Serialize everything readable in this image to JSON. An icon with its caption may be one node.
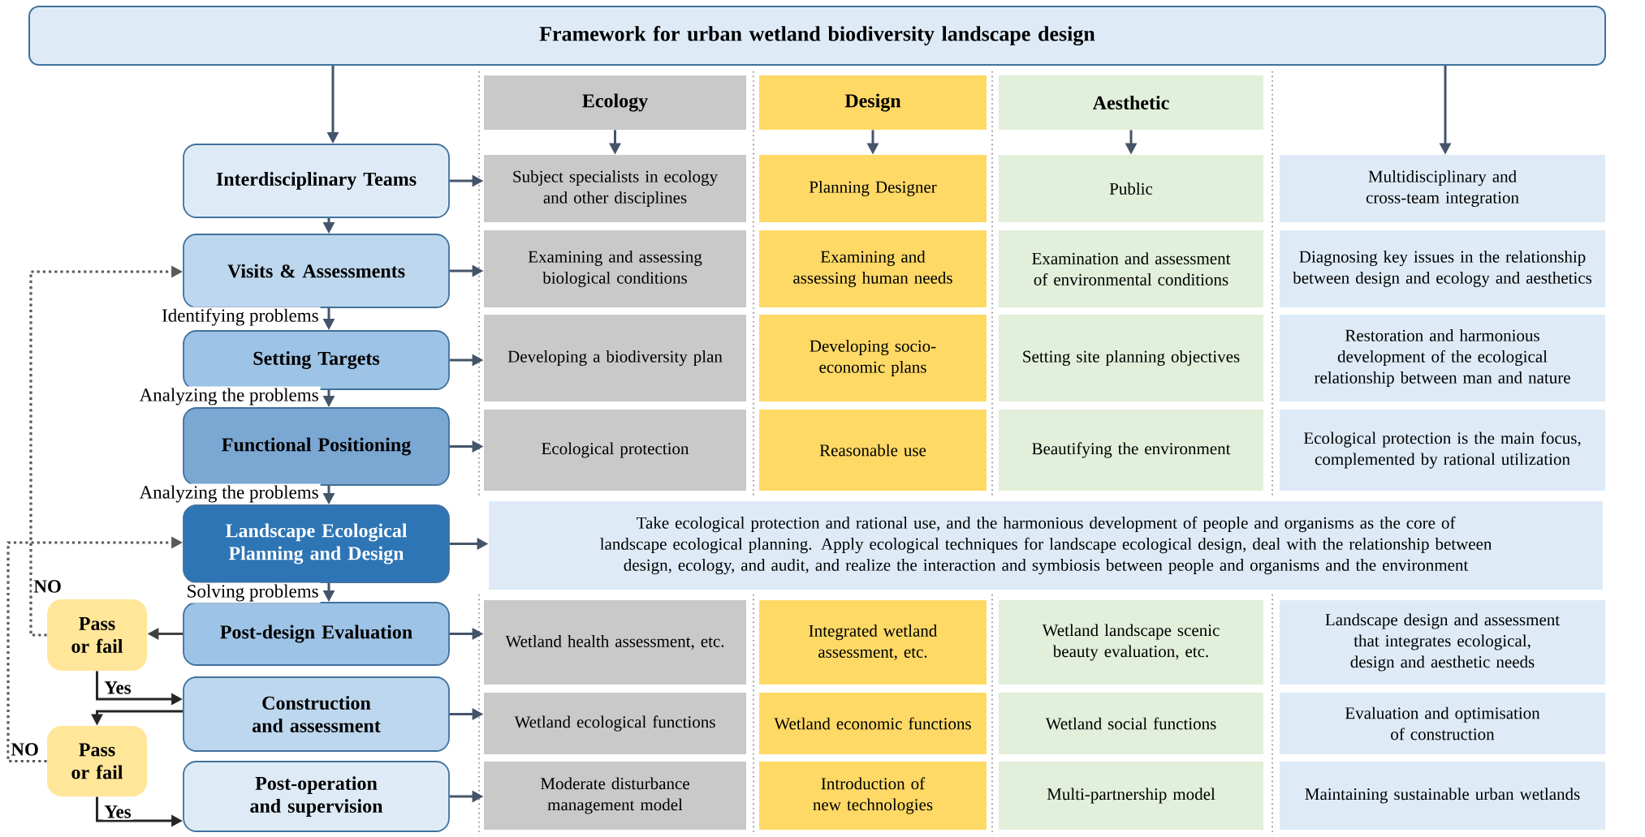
{
  "diagram": {
    "nodes": [
      {
        "text": [
          "Framework for urban wetland biodiversity landscape design"
        ]
      },
      {
        "text": [
          "Ecology"
        ]
      },
      {
        "text": [
          "Design"
        ]
      },
      {
        "text": [
          "Aesthetic"
        ]
      },
      {
        "text": [
          "Interdisciplinary Teams"
        ]
      },
      {
        "text": [
          "Subject specialists in ecology and other disciplines"
        ]
      },
      {
        "text": [
          "Planning Designer"
        ]
      },
      {
        "text": [
          "Public"
        ]
      },
      {
        "text": [
          "Multidisciplinary and cross-team integration"
        ]
      },
      {
        "text": [
          "Visits & Assessments"
        ]
      },
      {
        "text": [
          "Examining and assessing biological conditions"
        ]
      },
      {
        "text": [
          "Examining and assessing human needs"
        ]
      },
      {
        "text": [
          "Examination and assessment of environmental conditions"
        ]
      },
      {
        "text": [
          "Diagnosing key issues in the relationship between design and ecology and aesthetics"
        ]
      },
      {
        "text": [
          "Setting Targets"
        ]
      },
      {
        "text": [
          "Developing a biodiversity plan"
        ]
      },
      {
        "text": [
          "Developing socio-economic plans"
        ]
      },
      {
        "text": [
          "Setting site planning objectives"
        ]
      },
      {
        "text": [
          "Restoration and harmonious development of the ecological relationship between man and nature"
        ]
      },
      {
        "text": [
          "Functional Positioning"
        ]
      },
      {
        "text": [
          "Ecological protection"
        ]
      },
      {
        "text": [
          "Reasonable use"
        ]
      },
      {
        "text": [
          "Beautifying the environment"
        ]
      },
      {
        "text": [
          "Ecological protection is the main focus, complemented by rational utilization"
        ]
      },
      {
        "text": [
          "Landscape Ecological Planning and Design"
        ]
      },
      {
        "text": [
          "Take ecological protection and rational use, and the harmonious development of people and organisms as the core of landscape ecological planning. Apply ecological techniques for landscape ecological design, deal with the relationship between design, ecology, and audit, and realize the interaction and symbiosis between people and organisms and the environment"
        ]
      },
      {
        "text": [
          "Post-design Evaluation"
        ]
      },
      {
        "text": [
          "Wetland health assessment, etc."
        ]
      },
      {
        "text": [
          "Integrated wetland assessment, etc."
        ]
      },
      {
        "text": [
          "Wetland landscape scenic beauty evaluation, etc."
        ]
      },
      {
        "text": [
          "Landscape design and assessment that integrates ecological, design and aesthetic needs"
        ]
      },
      {
        "text": [
          "Pass or fail"
        ]
      },
      {
        "text": [
          "Construction and assessment"
        ]
      },
      {
        "text": [
          "Wetland ecological functions"
        ]
      },
      {
        "text": [
          "Wetland economic functions"
        ]
      },
      {
        "text": [
          "Wetland social functions"
        ]
      },
      {
        "text": [
          "Evaluation and optimisation of construction"
        ]
      },
      {
        "text": [
          "Pass or fail"
        ]
      },
      {
        "text": [
          "Post-operation and supervision"
        ]
      },
      {
        "text": [
          "Moderate disturbance management model"
        ]
      },
      {
        "text": [
          "Introduction of new technologies"
        ]
      },
      {
        "text": [
          "Multi-partnership model"
        ]
      },
      {
        "text": [
          "Maintaining sustainable urban wetlands"
        ]
      }
    ],
    "edges": [
      {
        "from": 0,
        "to": 4,
        "arrow": "to"
      },
      {
        "from": 0,
        "to": 8,
        "arrow": "to"
      },
      {
        "from": 1,
        "to": 5,
        "arrow": "to"
      },
      {
        "from": 2,
        "to": 6,
        "arrow": "to"
      },
      {
        "from": 3,
        "to": 7,
        "arrow": "to"
      },
      {
        "from": 4,
        "to": 5,
        "arrow": "to"
      },
      {
        "from": 4,
        "to": 9,
        "arrow": "to"
      },
      {
        "from": 9,
        "to": 10,
        "arrow": "to"
      },
      {
        "from": 9,
        "to": 14,
        "arrow": "to",
        "label": "Identifying problems"
      },
      {
        "from": 14,
        "to": 15,
        "arrow": "to"
      },
      {
        "from": 14,
        "to": 19,
        "arrow": "to",
        "label": "Analyzing the problems"
      },
      {
        "from": 19,
        "to": 20,
        "arrow": "to"
      },
      {
        "from": 19,
        "to": 24,
        "arrow": "to",
        "label": "Analyzing the problems"
      },
      {
        "from": 24,
        "to": 25,
        "arrow": "to"
      },
      {
        "from": 24,
        "to": 26,
        "arrow": "to",
        "label": "Solving problems"
      },
      {
        "from": 26,
        "to": 27,
        "arrow": "to"
      },
      {
        "from": 26,
        "to": 31,
        "arrow": "to",
        "color": "#404040"
      },
      {
        "from": 31,
        "to": 32,
        "arrow": "to",
        "label": "Yes",
        "color": "#262626"
      },
      {
        "from": 31,
        "to": 9,
        "arrow": "to",
        "label": "NO",
        "style": "dashed",
        "color": "#595959"
      },
      {
        "from": 32,
        "to": 33,
        "arrow": "to"
      },
      {
        "from": 32,
        "to": 37,
        "arrow": "to",
        "color": "#262626"
      },
      {
        "from": 37,
        "to": 38,
        "arrow": "to",
        "label": "Yes",
        "color": "#262626"
      },
      {
        "from": 37,
        "to": 24,
        "arrow": "to",
        "label": "NO",
        "style": "dashed",
        "color": "#595959"
      },
      {
        "from": 38,
        "to": 39,
        "arrow": "to"
      }
    ]
  }
}
